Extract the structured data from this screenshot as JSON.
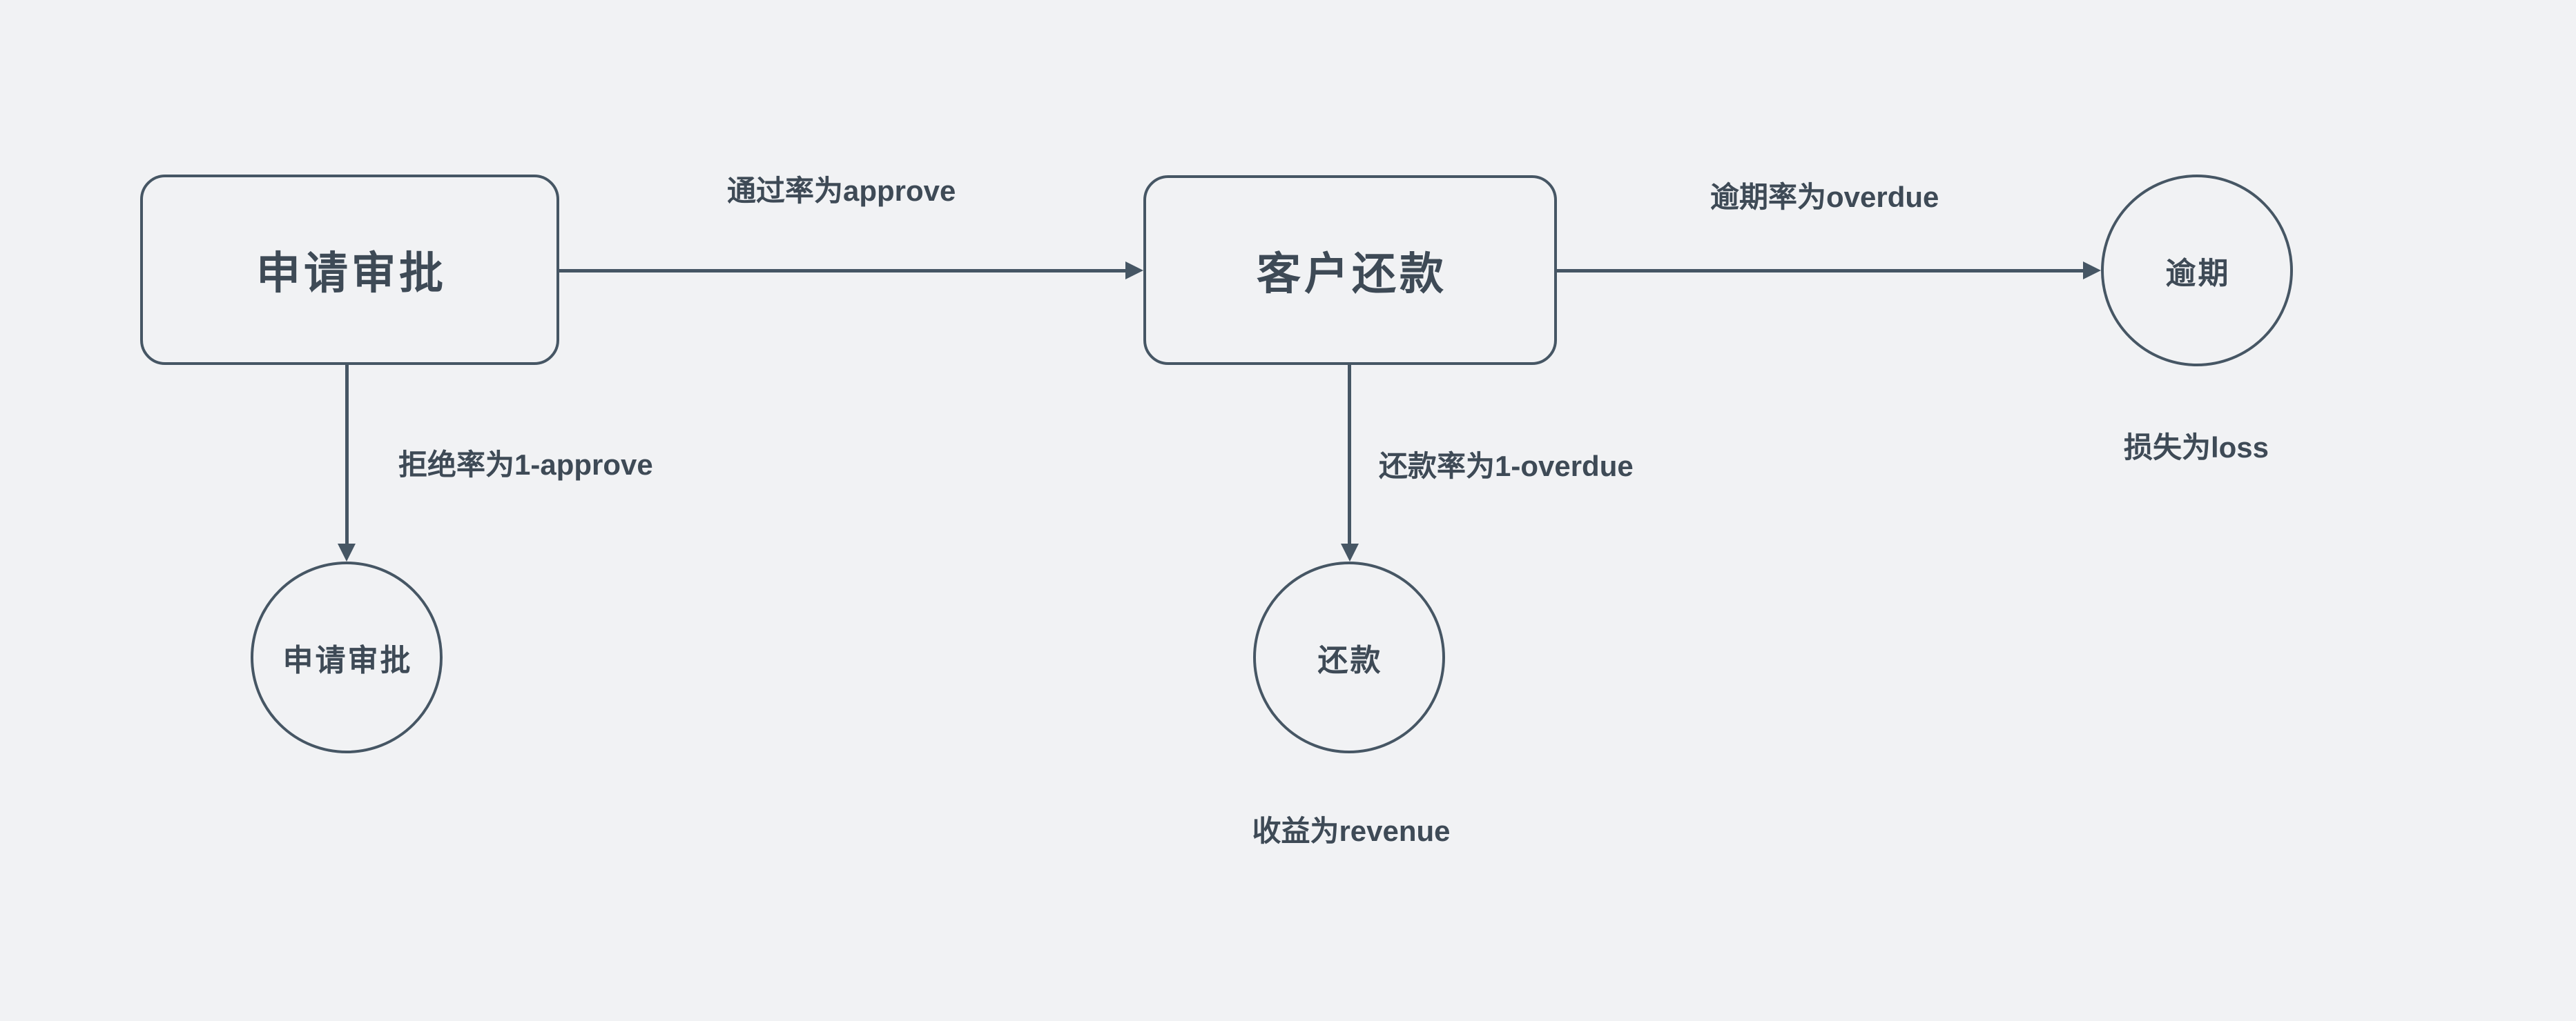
{
  "canvas": {
    "background_color": "#F1F2F4",
    "stroke_color": "#465664",
    "text_color": "#3E4A56"
  },
  "nodes": {
    "approval": {
      "label": "申请审批",
      "shape": "rounded-rectangle"
    },
    "repayment": {
      "label": "客户还款",
      "shape": "rounded-rectangle"
    },
    "overdue": {
      "label": "逾期",
      "shape": "circle"
    },
    "rejected": {
      "label": "申请审批",
      "shape": "circle"
    },
    "repaid": {
      "label": "还款",
      "shape": "circle"
    }
  },
  "edges": {
    "approve": {
      "label": "通过率为approve",
      "from": "approval",
      "to": "repayment",
      "direction": "right"
    },
    "overdue": {
      "label": "逾期率为overdue",
      "from": "repayment",
      "to": "overdue",
      "direction": "right"
    },
    "reject": {
      "label": "拒绝率为1-approve",
      "from": "approval",
      "to": "rejected",
      "direction": "down"
    },
    "repay": {
      "label": "还款率为1-overdue",
      "from": "repayment",
      "to": "repaid",
      "direction": "down"
    }
  },
  "annotations": {
    "loss": {
      "label": "损失为loss"
    },
    "revenue": {
      "label": "收益为revenue"
    }
  }
}
